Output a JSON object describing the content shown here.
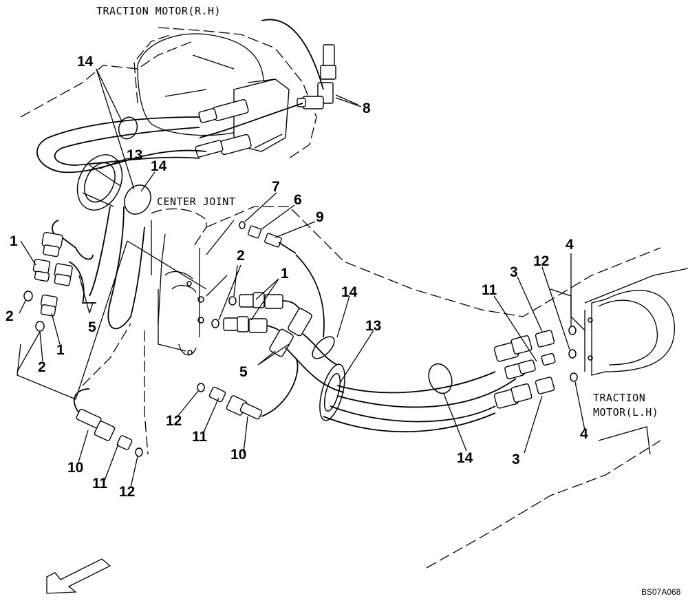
{
  "captions": {
    "traction_motor_rh": "TRACTION MOTOR(R.H)",
    "center_joint": "CENTER JOINT",
    "traction_motor_lh_line1": "TRACTION",
    "traction_motor_lh_line2": "MOTOR(L.H)"
  },
  "drawing_code": "BS07A068",
  "callouts": [
    {
      "id": "c14a",
      "text": "14"
    },
    {
      "id": "c8",
      "text": "8"
    },
    {
      "id": "c13a",
      "text": "13"
    },
    {
      "id": "c14b",
      "text": "14"
    },
    {
      "id": "c7",
      "text": "7"
    },
    {
      "id": "c6",
      "text": "6"
    },
    {
      "id": "c9",
      "text": "9"
    },
    {
      "id": "c1a",
      "text": "1"
    },
    {
      "id": "c2a",
      "text": "2"
    },
    {
      "id": "c5a",
      "text": "5"
    },
    {
      "id": "c1b",
      "text": "1"
    },
    {
      "id": "c2b",
      "text": "2"
    },
    {
      "id": "c2c",
      "text": "2"
    },
    {
      "id": "c1c",
      "text": "1"
    },
    {
      "id": "c14c",
      "text": "14"
    },
    {
      "id": "c13b",
      "text": "13"
    },
    {
      "id": "c5b",
      "text": "5"
    },
    {
      "id": "c4a",
      "text": "4"
    },
    {
      "id": "c12a",
      "text": "12"
    },
    {
      "id": "c3a",
      "text": "3"
    },
    {
      "id": "c11a",
      "text": "11"
    },
    {
      "id": "c4b",
      "text": "4"
    },
    {
      "id": "c3b",
      "text": "3"
    },
    {
      "id": "c14d",
      "text": "14"
    },
    {
      "id": "c12b",
      "text": "12"
    },
    {
      "id": "c11b",
      "text": "11"
    },
    {
      "id": "c10a",
      "text": "10"
    },
    {
      "id": "c10b",
      "text": "10"
    },
    {
      "id": "c11c",
      "text": "11"
    },
    {
      "id": "c12c",
      "text": "12"
    }
  ],
  "icons": {
    "direction_arrow": "front-direction-arrow-icon"
  }
}
